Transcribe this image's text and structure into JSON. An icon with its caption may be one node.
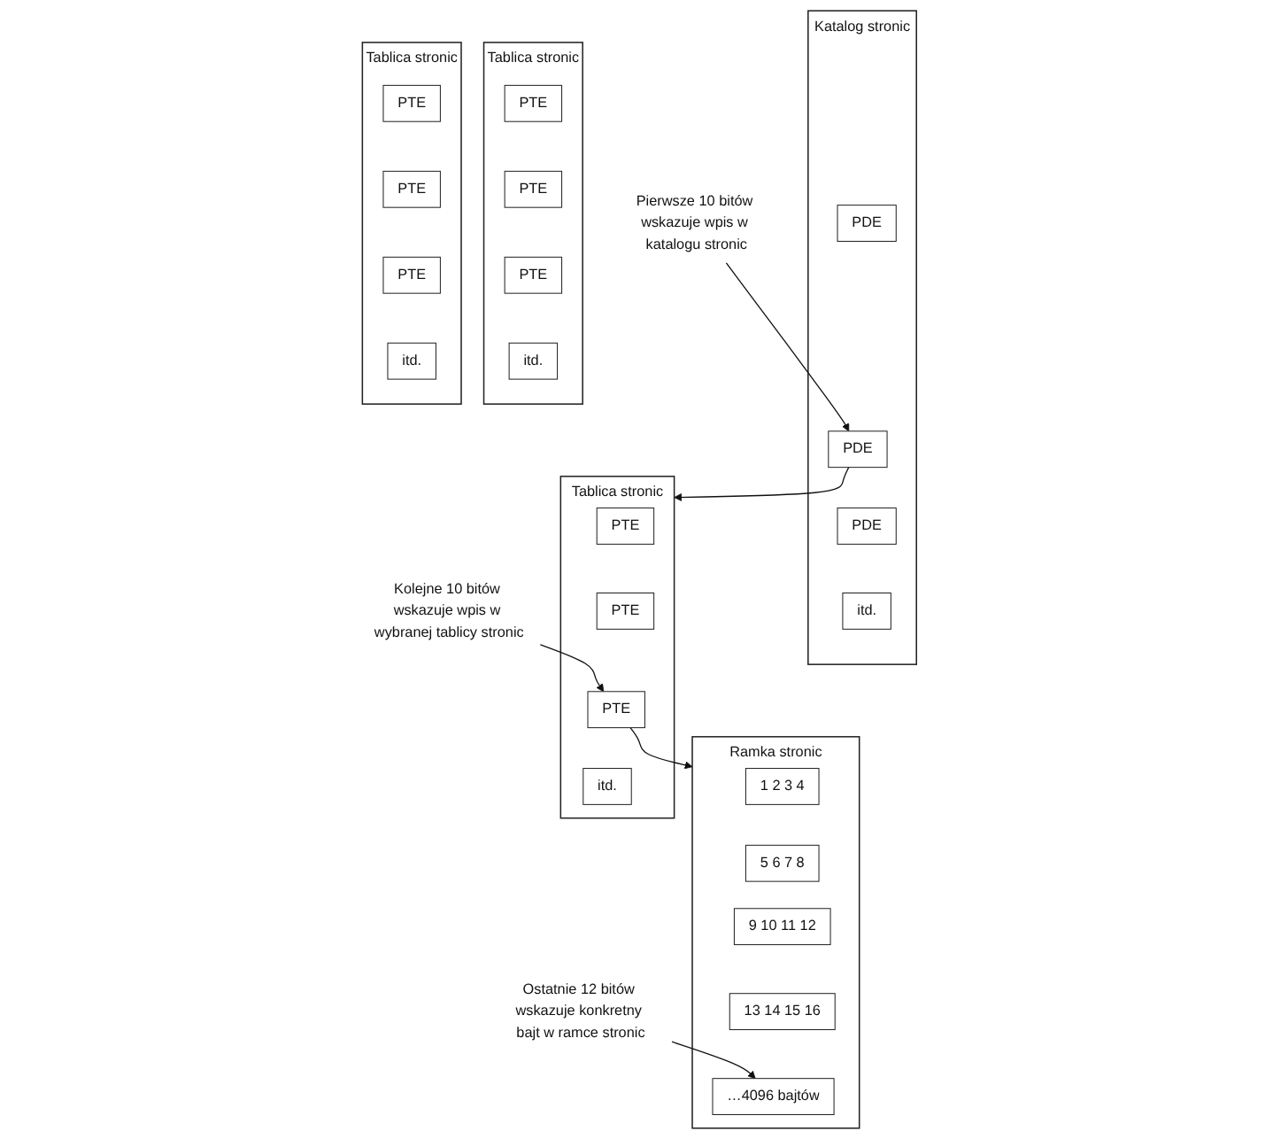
{
  "diagram": {
    "nodes": [
      {
        "text": [
          "Pierwsze 10 bitów wskazuje wpis w katalogu stronic"
        ]
      },
      {
        "text": [
          "Katalog stronic"
        ]
      },
      {
        "text": [
          "PDE"
        ],
        "in": 1
      },
      {
        "text": [
          "PDE"
        ],
        "in": 1
      },
      {
        "text": [
          "PDE"
        ],
        "in": 1
      },
      {
        "text": [
          "itd."
        ],
        "in": 1
      },
      {
        "text": [
          "Tablica stronic"
        ]
      },
      {
        "text": [
          "PTE"
        ],
        "in": 6
      },
      {
        "text": [
          "PTE"
        ],
        "in": 6
      },
      {
        "text": [
          "PTE"
        ],
        "in": 6
      },
      {
        "text": [
          "itd."
        ],
        "in": 6
      },
      {
        "text": [
          "Ramka stronic"
        ]
      },
      {
        "text": [
          "1 2 3 4"
        ],
        "in": 11
      },
      {
        "text": [
          "5 6 7 8"
        ],
        "in": 11
      },
      {
        "text": [
          "9 10 11 12"
        ],
        "in": 11
      },
      {
        "text": [
          "13 14 15 16"
        ],
        "in": 11
      },
      {
        "text": [
          "…4096 bajtów"
        ],
        "in": 11
      },
      {
        "text": [
          "Tablica stronic"
        ]
      },
      {
        "text": [
          "PTE"
        ],
        "in": 17
      },
      {
        "text": [
          "PTE"
        ],
        "in": 17
      },
      {
        "text": [
          "PTE"
        ],
        "in": 17
      },
      {
        "text": [
          "itd."
        ],
        "in": 17
      },
      {
        "text": [
          "Ostatnie 12 bitów wskazuje konkretny bajt w ramce stronic"
        ]
      },
      {
        "text": [
          "Kolejne 10 bitów wskazuje wpis w wybranej tablicy stronic"
        ]
      },
      {
        "text": [
          "Tablica stronic"
        ]
      },
      {
        "text": [
          "PTE"
        ],
        "in": 24
      },
      {
        "text": [
          "PTE"
        ],
        "in": 24
      },
      {
        "text": [
          "PTE"
        ],
        "in": 24
      },
      {
        "text": [
          "itd."
        ],
        "in": 24
      }
    ],
    "edges": [
      {
        "from": 0,
        "to": 3,
        "arrow": "to"
      },
      {
        "from": 3,
        "to": 17,
        "arrow": "to"
      },
      {
        "from": 23,
        "to": 20,
        "arrow": "to"
      },
      {
        "from": 20,
        "to": 11,
        "arrow": "to"
      },
      {
        "from": 22,
        "to": 16,
        "arrow": "to"
      }
    ]
  }
}
